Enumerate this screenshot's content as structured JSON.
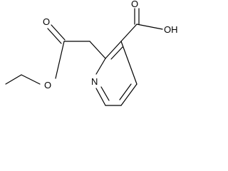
{
  "molecule": {
    "atoms": {
      "ring_nitrogen": "N",
      "ester_carbonyl_oxygen": "O",
      "ester_ether_oxygen": "O",
      "acid_carbonyl_oxygen": "O",
      "acid_hydroxyl": "OH"
    },
    "colors": {
      "bond": "#000000",
      "label": "#000000",
      "background": "#ffffff"
    }
  }
}
